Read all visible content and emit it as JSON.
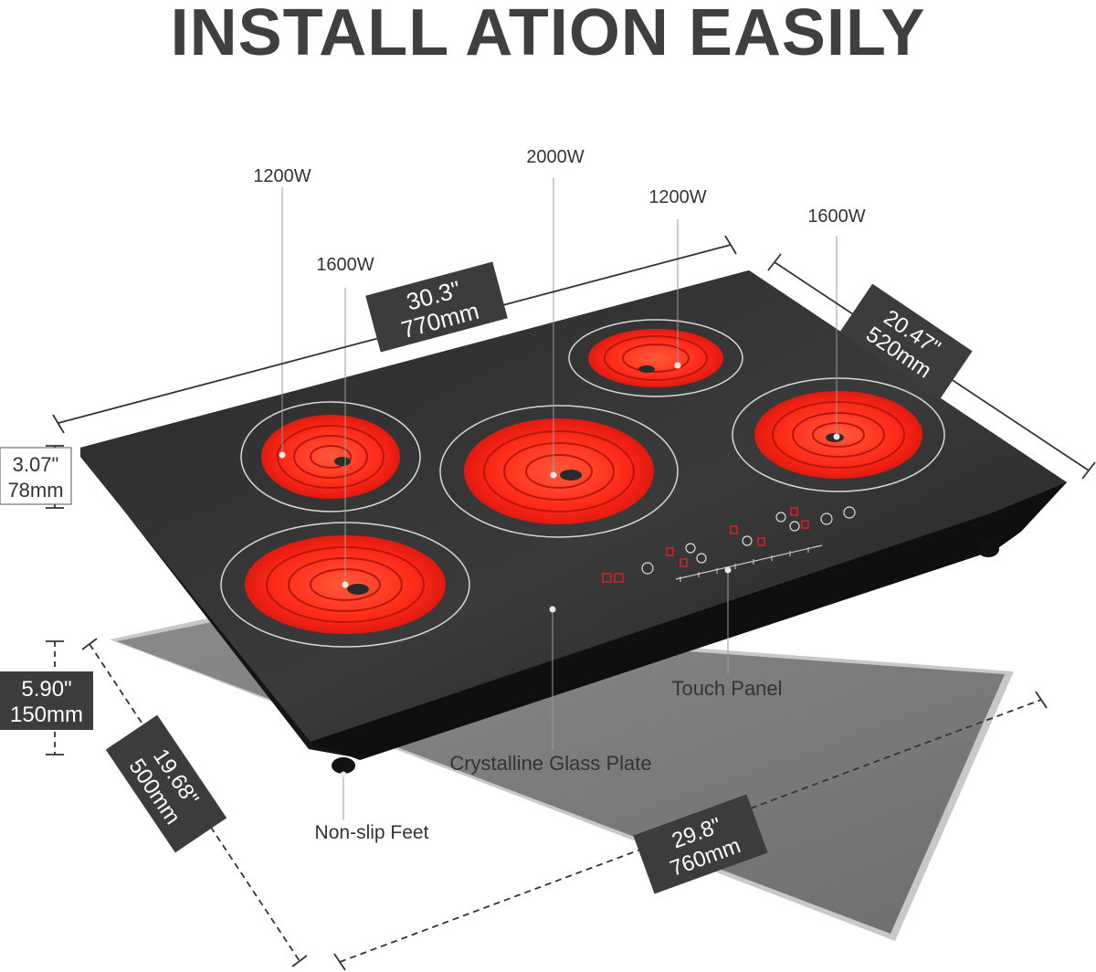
{
  "title": "INSTALL ATION EASILY",
  "burners": {
    "rear_left": "1200W",
    "front_left": "1600W",
    "center": "2000W",
    "rear_right_small": "1200W",
    "right": "1600W"
  },
  "dimensions": {
    "width_top": {
      "inch": "30.3\"",
      "mm": "770mm"
    },
    "depth_top": {
      "inch": "20.47\"",
      "mm": "520mm"
    },
    "thickness": {
      "inch": "3.07\"",
      "mm": "78mm"
    },
    "cutout_height": {
      "inch": "5.90\"",
      "mm": "150mm"
    },
    "cutout_depth": {
      "inch": "19.68\"",
      "mm": "500mm"
    },
    "cutout_width": {
      "inch": "29.8\"",
      "mm": "760mm"
    }
  },
  "callouts": {
    "touch_panel": "Touch Panel",
    "glass_plate": "Crystalline Glass Plate",
    "feet": "Non-slip Feet"
  },
  "colors": {
    "title": "#3f3f3f",
    "glass": "#2b2b2b",
    "burner_red": "#ff2a1a",
    "dimension_box": "#3c3c3c",
    "cutout": "#7b7b7b"
  }
}
